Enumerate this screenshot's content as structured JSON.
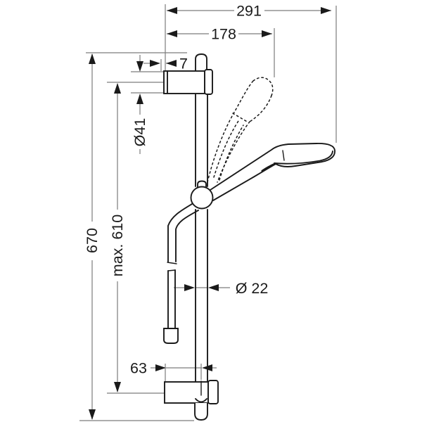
{
  "drawing": {
    "labels": {
      "width_overall": "291",
      "width_holder": "178",
      "offset_top": "7",
      "dia_bracket": "Ø41",
      "height_overall": "670",
      "height_max": "max. 610",
      "dia_rail": "Ø 22",
      "offset_bottom": "63"
    },
    "colors": {
      "outline": "#1a1a1a",
      "dimension_lines": "#7c7c7c",
      "background": "#ffffff"
    }
  }
}
